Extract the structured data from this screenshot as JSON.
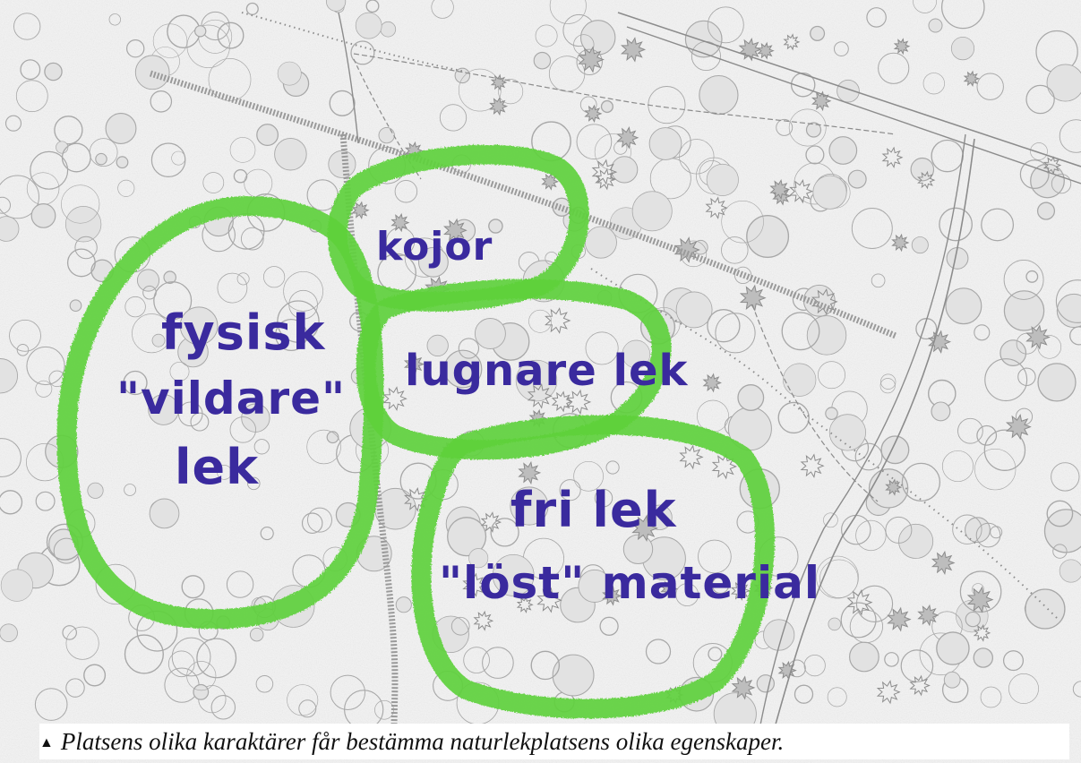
{
  "zones": [
    {
      "id": "fysisk",
      "lines": [
        "fysisk",
        "\"vildare\"",
        "lek"
      ]
    },
    {
      "id": "kojor",
      "lines": [
        "kojor"
      ]
    },
    {
      "id": "lugnare",
      "lines": [
        "lugnare lek"
      ]
    },
    {
      "id": "fri",
      "lines": [
        "fri lek",
        "\"löst\" material"
      ]
    }
  ],
  "caption": {
    "marker": "▲",
    "text": "Platsens olika karaktärer får bestämma naturlekplatsens olika egenskaper."
  },
  "colors": {
    "zone_outline": "#5fd13c",
    "zone_text": "#3a2a9e",
    "pencil": "#8a8a8a",
    "paper": "#f2f2f2"
  }
}
